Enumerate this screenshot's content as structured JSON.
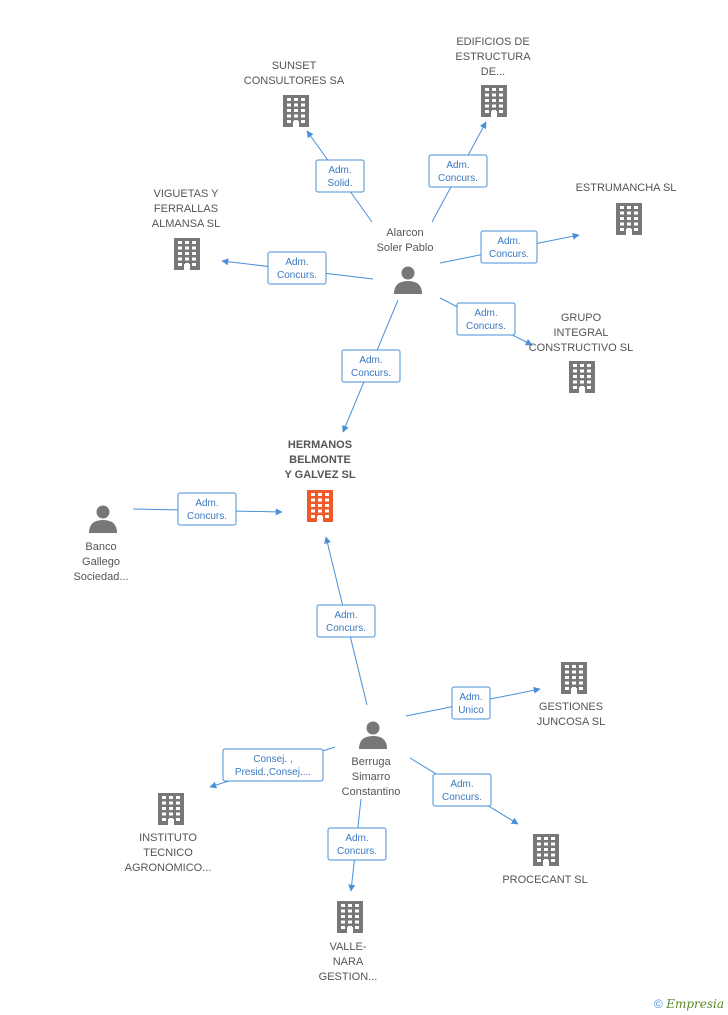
{
  "colors": {
    "edge": "#4a90d9",
    "building": "#777777",
    "center_building": "#f05a28",
    "person": "#777777"
  },
  "nodes": [
    {
      "id": "hermanos",
      "type": "company",
      "center": true,
      "label": [
        "HERMANOS",
        "BELMONTE",
        "Y GALVEZ SL"
      ]
    },
    {
      "id": "alarcon",
      "type": "person",
      "label": [
        "Alarcon",
        "Soler Pablo"
      ]
    },
    {
      "id": "banco",
      "type": "person",
      "label": [
        "Banco",
        "Gallego",
        "Sociedad..."
      ]
    },
    {
      "id": "berruga",
      "type": "person",
      "label": [
        "Berruga",
        "Simarro",
        "Constantino"
      ]
    },
    {
      "id": "sunset",
      "type": "company",
      "label": [
        "SUNSET",
        "CONSULTORES SA"
      ]
    },
    {
      "id": "edificios",
      "type": "company",
      "label": [
        "EDIFICIOS DE",
        "ESTRUCTURA",
        "DE..."
      ]
    },
    {
      "id": "estrumancha",
      "type": "company",
      "label": [
        "ESTRUMANCHA SL"
      ]
    },
    {
      "id": "viguetas",
      "type": "company",
      "label": [
        "VIGUETAS Y",
        "FERRALLAS",
        "ALMANSA SL"
      ]
    },
    {
      "id": "grupo",
      "type": "company",
      "label": [
        "GRUPO",
        "INTEGRAL",
        "CONSTRUCTIVO SL"
      ]
    },
    {
      "id": "gestiones",
      "type": "company",
      "label": [
        "GESTIONES",
        "JUNCOSA SL"
      ]
    },
    {
      "id": "instituto",
      "type": "company",
      "label": [
        "INSTITUTO",
        "TECNICO",
        "AGRONOMICO..."
      ]
    },
    {
      "id": "procecant",
      "type": "company",
      "label": [
        "PROCECANT SL"
      ]
    },
    {
      "id": "vallenara",
      "type": "company",
      "label": [
        "VALLE-",
        "NARA",
        "GESTION..."
      ]
    }
  ],
  "edges": [
    {
      "from": "alarcon",
      "to": "sunset",
      "label": [
        "Adm.",
        "Solid."
      ]
    },
    {
      "from": "alarcon",
      "to": "edificios",
      "label": [
        "Adm.",
        "Concurs."
      ]
    },
    {
      "from": "alarcon",
      "to": "estrumancha",
      "label": [
        "Adm.",
        "Concurs."
      ]
    },
    {
      "from": "alarcon",
      "to": "viguetas",
      "label": [
        "Adm.",
        "Concurs."
      ]
    },
    {
      "from": "alarcon",
      "to": "grupo",
      "label": [
        "Adm.",
        "Concurs."
      ]
    },
    {
      "from": "alarcon",
      "to": "hermanos",
      "label": [
        "Adm.",
        "Concurs."
      ]
    },
    {
      "from": "banco",
      "to": "hermanos",
      "label": [
        "Adm.",
        "Concurs."
      ]
    },
    {
      "from": "berruga",
      "to": "hermanos",
      "label": [
        "Adm.",
        "Concurs."
      ]
    },
    {
      "from": "berruga",
      "to": "gestiones",
      "label": [
        "Adm.",
        "Unico"
      ]
    },
    {
      "from": "berruga",
      "to": "instituto",
      "label": [
        "Consej. ,",
        "Presid.,Consej...."
      ]
    },
    {
      "from": "berruga",
      "to": "procecant",
      "label": [
        "Adm.",
        "Concurs."
      ]
    },
    {
      "from": "berruga",
      "to": "vallenara",
      "label": [
        "Adm.",
        "Concurs."
      ]
    }
  ],
  "footer": {
    "copyright": "©",
    "brand": "Empresia"
  }
}
